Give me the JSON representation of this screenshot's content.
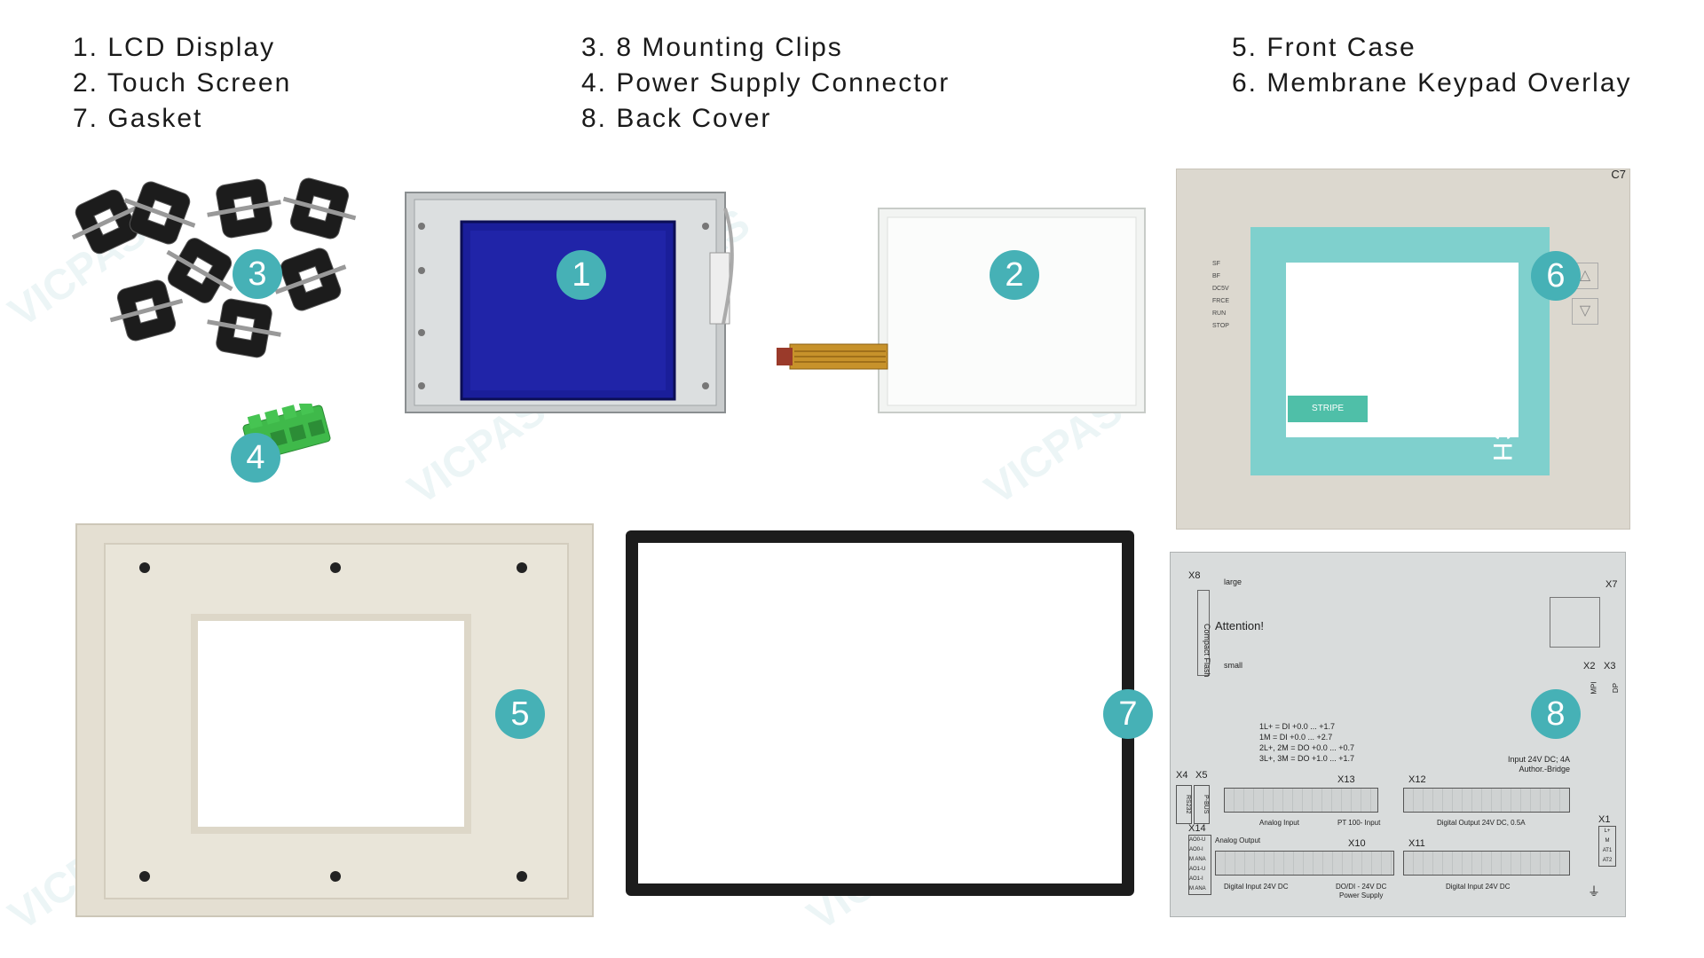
{
  "legend": {
    "col1": [
      "1. LCD Display",
      "2. Touch Screen",
      "7. Gasket"
    ],
    "col2": [
      "3. 8 Mounting Clips",
      "4. Power Supply Connector",
      "8. Back Cover"
    ],
    "col3": [
      "5. Front Case",
      "6. Membrane Keypad Overlay"
    ]
  },
  "badges": [
    "1",
    "2",
    "3",
    "4",
    "5",
    "6",
    "7",
    "8"
  ],
  "watermark": "VICPAS",
  "keypad": {
    "model": "C7",
    "brand": "TOUCH",
    "leds": [
      "SF",
      "BF",
      "DC5V",
      "FRCE",
      "RUN",
      "STOP"
    ],
    "strip": "STRIPE"
  },
  "back_cover": {
    "x8": "X8",
    "large": "large",
    "compact_flash": "Compact Flash",
    "small": "small",
    "attention": "Attention!",
    "x7": "X7",
    "x2": "X2",
    "x3": "X3",
    "mpi": "MPI",
    "dp": "DP",
    "io_lines": [
      "1L+ = DI +0.0 ... +1.7",
      "1M = DI +0.0 ... +2.7",
      "2L+, 2M = DO +0.0 ... +0.7",
      "3L+, 3M = DO +1.0 ... +1.7"
    ],
    "input_label": "Input 24V DC; 4A",
    "author_bridge": "Author.-Bridge",
    "x4": "X4",
    "x5": "X5",
    "rs232": "RS232",
    "pbus": "P-BUS",
    "x13": "X13",
    "x12": "X12",
    "analog_input": "Analog Input",
    "pt100": "PT 100- Input",
    "digital_output": "Digital Output 24V DC, 0.5A",
    "x1": "X1",
    "x14": "X14",
    "analog_output": "Analog Output",
    "x10": "X10",
    "x11": "X11",
    "digital_input_1": "Digital Input 24V DC",
    "dodi": "DO/DI - 24V DC",
    "power_supply": "Power Supply",
    "digital_input_2": "Digital Input 24V DC",
    "x1_pins": [
      "L+",
      "M",
      "AT1",
      "AT2"
    ],
    "x14_pins": [
      "AO0-U",
      "AO0-I",
      "M ANA",
      "AO1-U",
      "AO1-I",
      "M ANA"
    ]
  }
}
